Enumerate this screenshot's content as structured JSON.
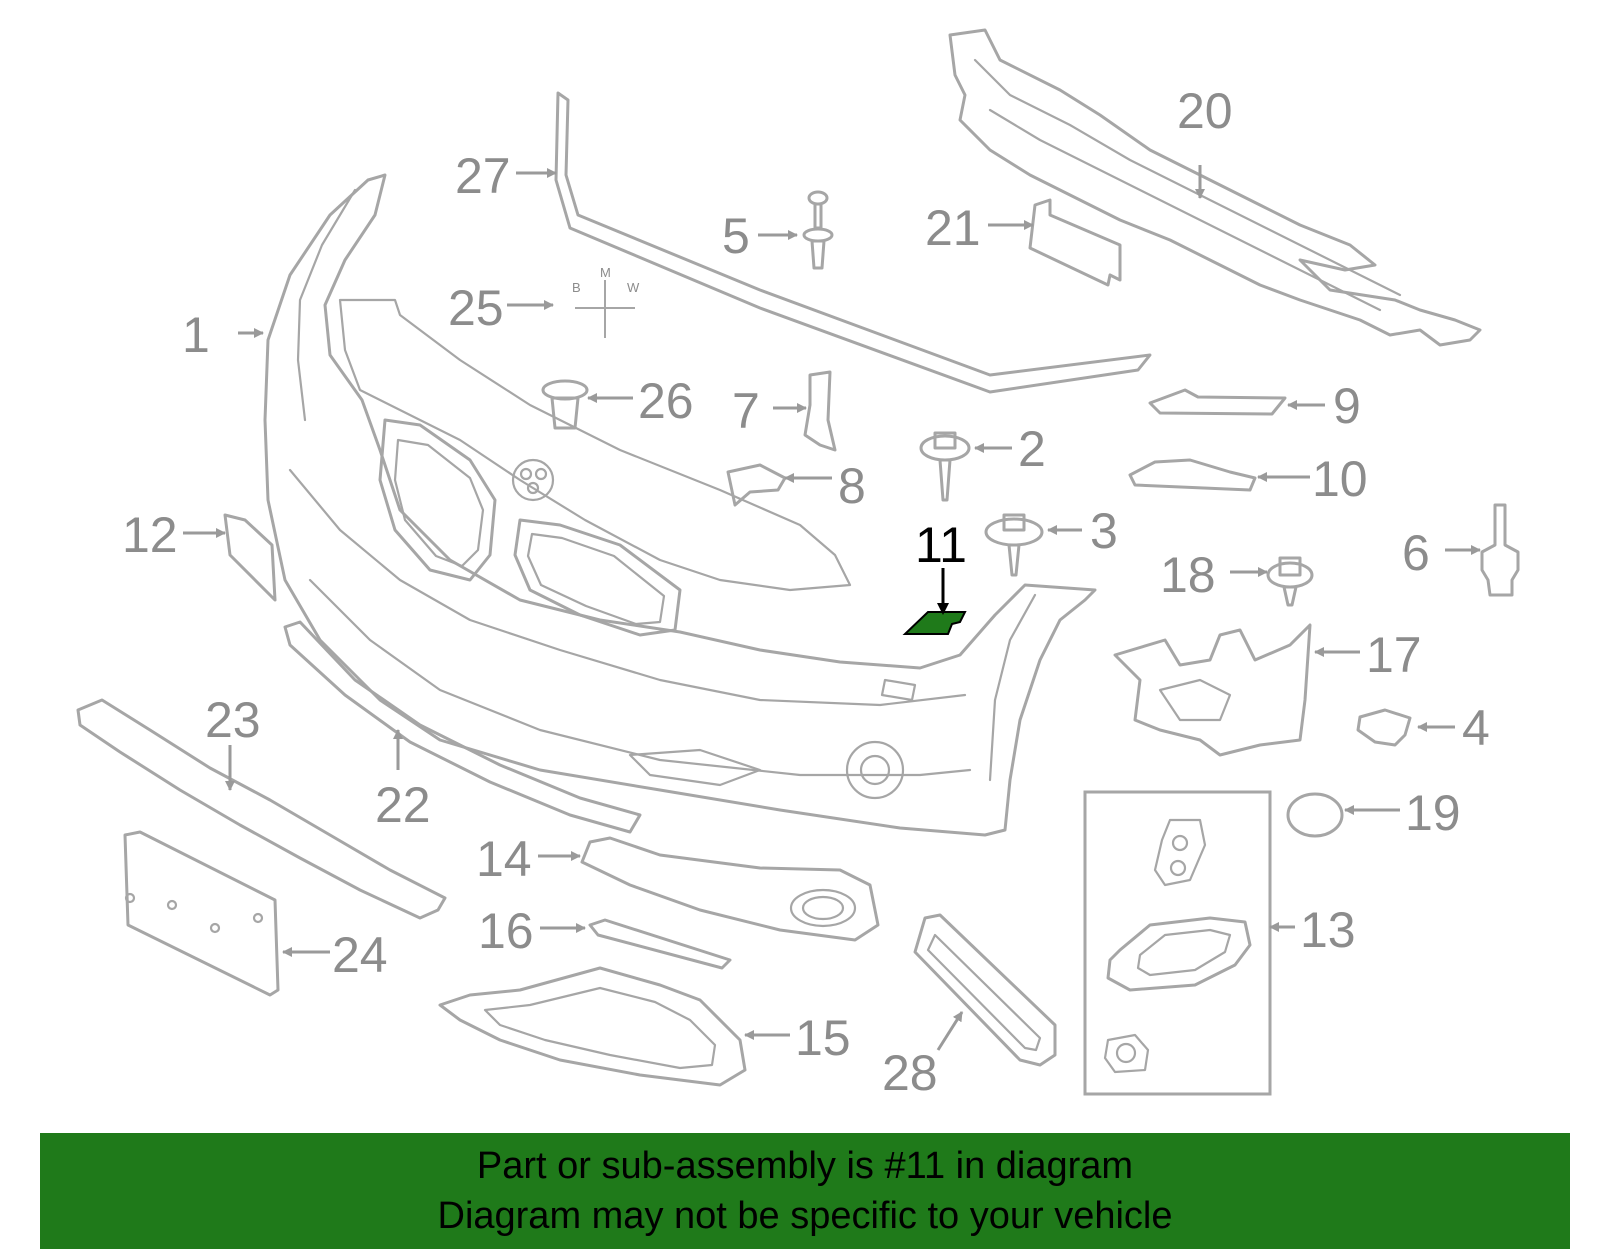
{
  "highlighted_part": "11",
  "colors": {
    "part_stroke": "#a6a6a6",
    "label": "#8c8c8c",
    "highlight_fill": "#1f7a1a",
    "highlight_label": "#000000",
    "banner_bg": "#1f7a1a"
  },
  "callouts": {
    "c1": "1",
    "c2": "2",
    "c3": "3",
    "c4": "4",
    "c5": "5",
    "c6": "6",
    "c7": "7",
    "c8": "8",
    "c9": "9",
    "c10": "10",
    "c11": "11",
    "c12": "12",
    "c13": "13",
    "c14": "14",
    "c15": "15",
    "c16": "16",
    "c17": "17",
    "c18": "18",
    "c19": "19",
    "c20": "20",
    "c21": "21",
    "c22": "22",
    "c23": "23",
    "c24": "24",
    "c25": "25",
    "c26": "26",
    "c27": "27",
    "c28": "28"
  },
  "emblem_letters": {
    "b": "B",
    "m": "M",
    "w": "W"
  },
  "banner": {
    "line1": "Part or sub-assembly is #11 in diagram",
    "line2": "Diagram may not be specific to your vehicle"
  }
}
